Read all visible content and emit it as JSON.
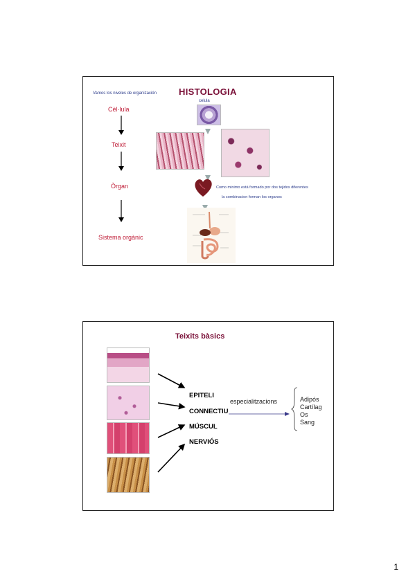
{
  "slide1": {
    "title": "HISTOLOGIA",
    "intro": "Vamos los niveles de organización",
    "cell_caption": "celula",
    "levels": [
      "Cèl·lula",
      "Teixit",
      "Òrgan",
      "Sistema orgànic"
    ],
    "note1": "Como minimo está formado por dos tejidos diferentes",
    "note2": "la combinacion forman los organos"
  },
  "slide2": {
    "title": "Teixits bàsics",
    "tissues": [
      "EPITELI",
      "CONNECTIU",
      "MÚSCUL",
      "NERVIÓS"
    ],
    "specialization_label": "especialitzacions",
    "specializations": [
      "Adipós",
      "Cartílag",
      "Os",
      "Sang"
    ]
  },
  "page_number": "1",
  "colors": {
    "title_red": "#c0203a",
    "blue_text": "#2a3a8a",
    "maroon": "#7a1038"
  }
}
